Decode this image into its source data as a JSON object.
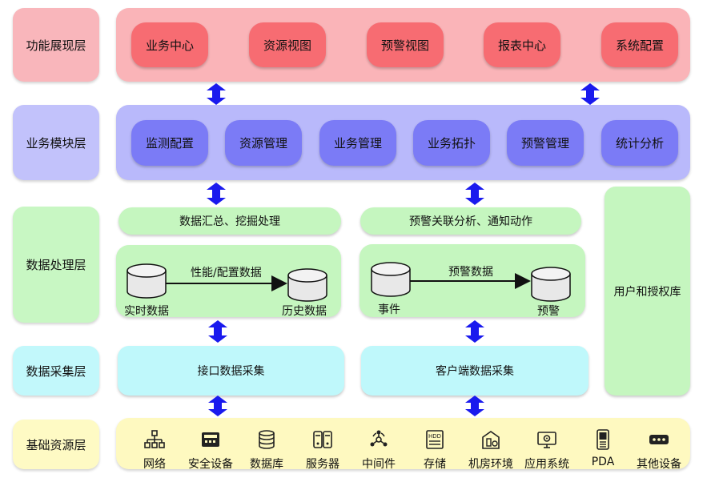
{
  "layers": {
    "presentation": "功能展现层",
    "module": "业务模块层",
    "processing": "数据处理层",
    "collection": "数据采集层",
    "resource": "基础资源层"
  },
  "presentation_items": [
    "业务中心",
    "资源视图",
    "预警视图",
    "报表中心",
    "系统配置"
  ],
  "module_items": [
    "监测配置",
    "资源管理",
    "业务管理",
    "业务拓扑",
    "预警管理",
    "统计分析"
  ],
  "processing": {
    "left_title": "数据汇总、挖掘处理",
    "right_title": "预警关联分析、通知动作",
    "left_flow": {
      "label": "性能/配置数据",
      "source": "实时数据",
      "target": "历史数据"
    },
    "right_flow": {
      "label": "预警数据",
      "source": "事件",
      "target": "预警"
    }
  },
  "collection": {
    "left": "接口数据采集",
    "right": "客户端数据采集"
  },
  "user_auth": "用户和授权库",
  "resources": [
    {
      "label": "网络",
      "icon": "network-icon"
    },
    {
      "label": "安全设备",
      "icon": "security-device-icon"
    },
    {
      "label": "数据库",
      "icon": "database-icon"
    },
    {
      "label": "服务器",
      "icon": "server-icon"
    },
    {
      "label": "中间件",
      "icon": "middleware-icon"
    },
    {
      "label": "存储",
      "icon": "storage-icon"
    },
    {
      "label": "机房环境",
      "icon": "datacenter-icon"
    },
    {
      "label": "应用系统",
      "icon": "application-icon"
    },
    {
      "label": "PDA",
      "icon": "pda-icon"
    },
    {
      "label": "其他设备",
      "icon": "other-device-icon"
    }
  ],
  "colors": {
    "presentation": "#f76c72",
    "module": "#7b7bf6",
    "processing": "#c5f6bf",
    "collection": "#bff8fb",
    "resource": "#fef9c0",
    "arrow": "#1a1aee"
  }
}
